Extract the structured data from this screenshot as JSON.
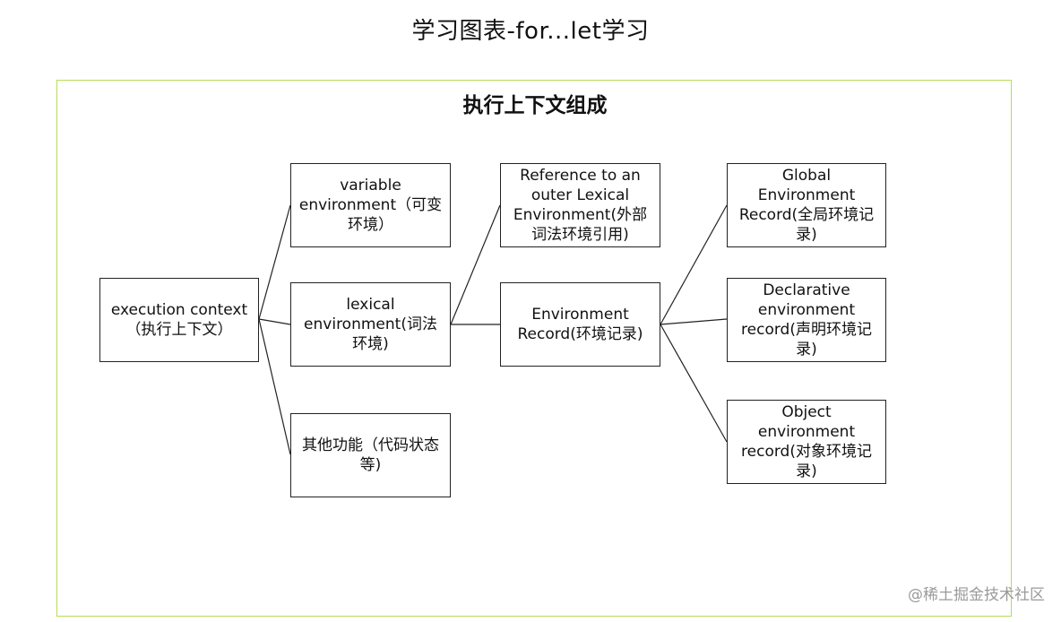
{
  "page": {
    "title": "学习图表-for...let学习",
    "watermark": "@稀土掘金技术社区"
  },
  "diagram": {
    "title": "执行上下文组成",
    "nodes": {
      "execution_context": "execution context（执行上下文）",
      "variable_environment": "variable environment（可变环境）",
      "lexical_environment": "lexical environment(词法环境)",
      "other_functions": "其他功能（代码状态等)",
      "outer_reference": "Reference to an outer Lexical Environment(外部词法环境引用)",
      "environment_record": "Environment Record(环境记录)",
      "global_record": "Global Environment Record(全局环境记录)",
      "declarative_record": "Declarative environment record(声明环境记录)",
      "object_record": "Object environment record(对象环境记录)"
    }
  },
  "colors": {
    "frame_border": "#b6dd57",
    "node_border": "#222222",
    "connector": "#222222",
    "watermark": "#9a9a9a"
  }
}
